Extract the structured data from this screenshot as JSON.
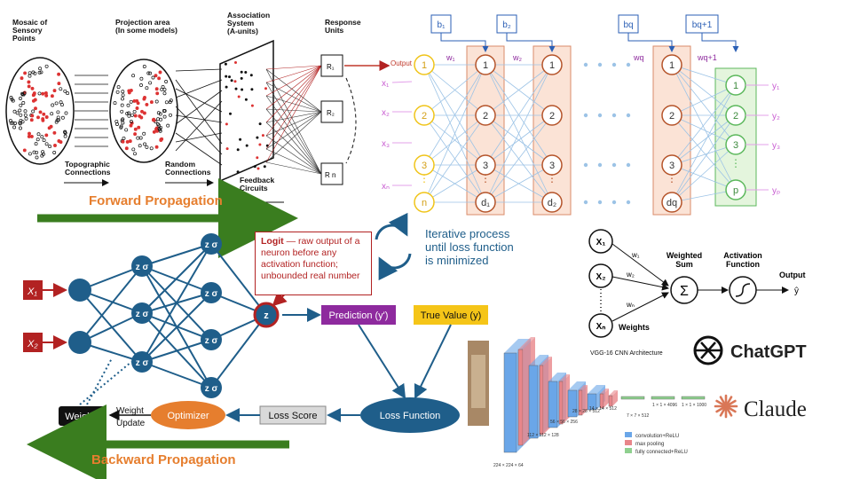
{
  "perceptron": {
    "header_sensory": "Mosaic of Sensory Points",
    "header_projection": "Projection area (In some models)",
    "header_association": "Association System (A-units)",
    "header_response": "Response Units",
    "units": [
      "R₁",
      "R₂",
      "R n"
    ],
    "output_signal": "Output Signal",
    "topographic": "Topographic Connections",
    "random": "Random Connections",
    "feedback": "Feedback Circuits"
  },
  "mlp": {
    "biases": [
      "b₁",
      "b₂",
      "bq",
      "bq+1"
    ],
    "weights": [
      "w₁",
      "w₂",
      "wq",
      "wq+1"
    ],
    "inputs": [
      "x₁",
      "x₂",
      "x₃",
      "xₙ"
    ],
    "outputs": [
      "y₁",
      "y₂",
      "y₃",
      "yₚ"
    ],
    "input_nodes": [
      "1",
      "2",
      "3",
      "n"
    ],
    "hidden1_nodes": [
      "1",
      "2",
      "3",
      "d₁"
    ],
    "hidden2_nodes": [
      "1",
      "2",
      "3",
      "d₂"
    ],
    "hiddenq_nodes": [
      "1",
      "2",
      "3",
      "dq"
    ],
    "output_nodes": [
      "1",
      "2",
      "3",
      "p"
    ]
  },
  "forward_label": "Forward Propagation",
  "backward_label": "Backward Propagation",
  "training": {
    "x1": "X₁",
    "x2": "X₂",
    "z_sigma": "z σ",
    "z_out": "z",
    "prediction": "Prediction (y')",
    "true_value": "True Value (y)",
    "loss_function": "Loss Function",
    "loss_score": "Loss Score",
    "optimizer": "Optimizer",
    "weights": "Weights",
    "weight_update": [
      "Weight",
      "Update"
    ],
    "logit_title": "Logit",
    "logit_text": " — raw output of a neuron before any activation function; unbounded real number"
  },
  "iterative": "Iterative process until loss function is minimized",
  "neuron": {
    "inputs": [
      "X₁",
      "X₂",
      "Xₙ"
    ],
    "weights": [
      "w₁",
      "w₂",
      "wₙ"
    ],
    "weights_label": "Weights",
    "sum_label": "Weighted Sum",
    "activation_label": "Activation Function",
    "output_label": "Output",
    "output_symbol": "ŷ"
  },
  "vgg": {
    "title": "VGG-16 CNN Architecture",
    "sizes": [
      "224 × 224 × 64",
      "112 × 112 × 128",
      "56 × 56 × 256",
      "28 × 28 × 512",
      "14 × 14 × 512",
      "7 × 7 × 512",
      "1 × 1 × 4096",
      "1 × 1 × 1000"
    ],
    "legend": [
      "convolution+ReLU",
      "max pooling",
      "fully connected+ReLU"
    ],
    "colors": [
      "#6aa6e8",
      "#e8868a",
      "#8fd08f"
    ]
  },
  "brands": {
    "chatgpt": "ChatGPT",
    "claude": "Claude"
  },
  "colors": {
    "orange": "#e67e2e",
    "green": "#3a7d1f",
    "teal": "#1f5e8a",
    "darkred": "#b22222",
    "purple": "#8e2a9e",
    "yellow": "#f5c518",
    "blue": "#2b5fb5"
  }
}
